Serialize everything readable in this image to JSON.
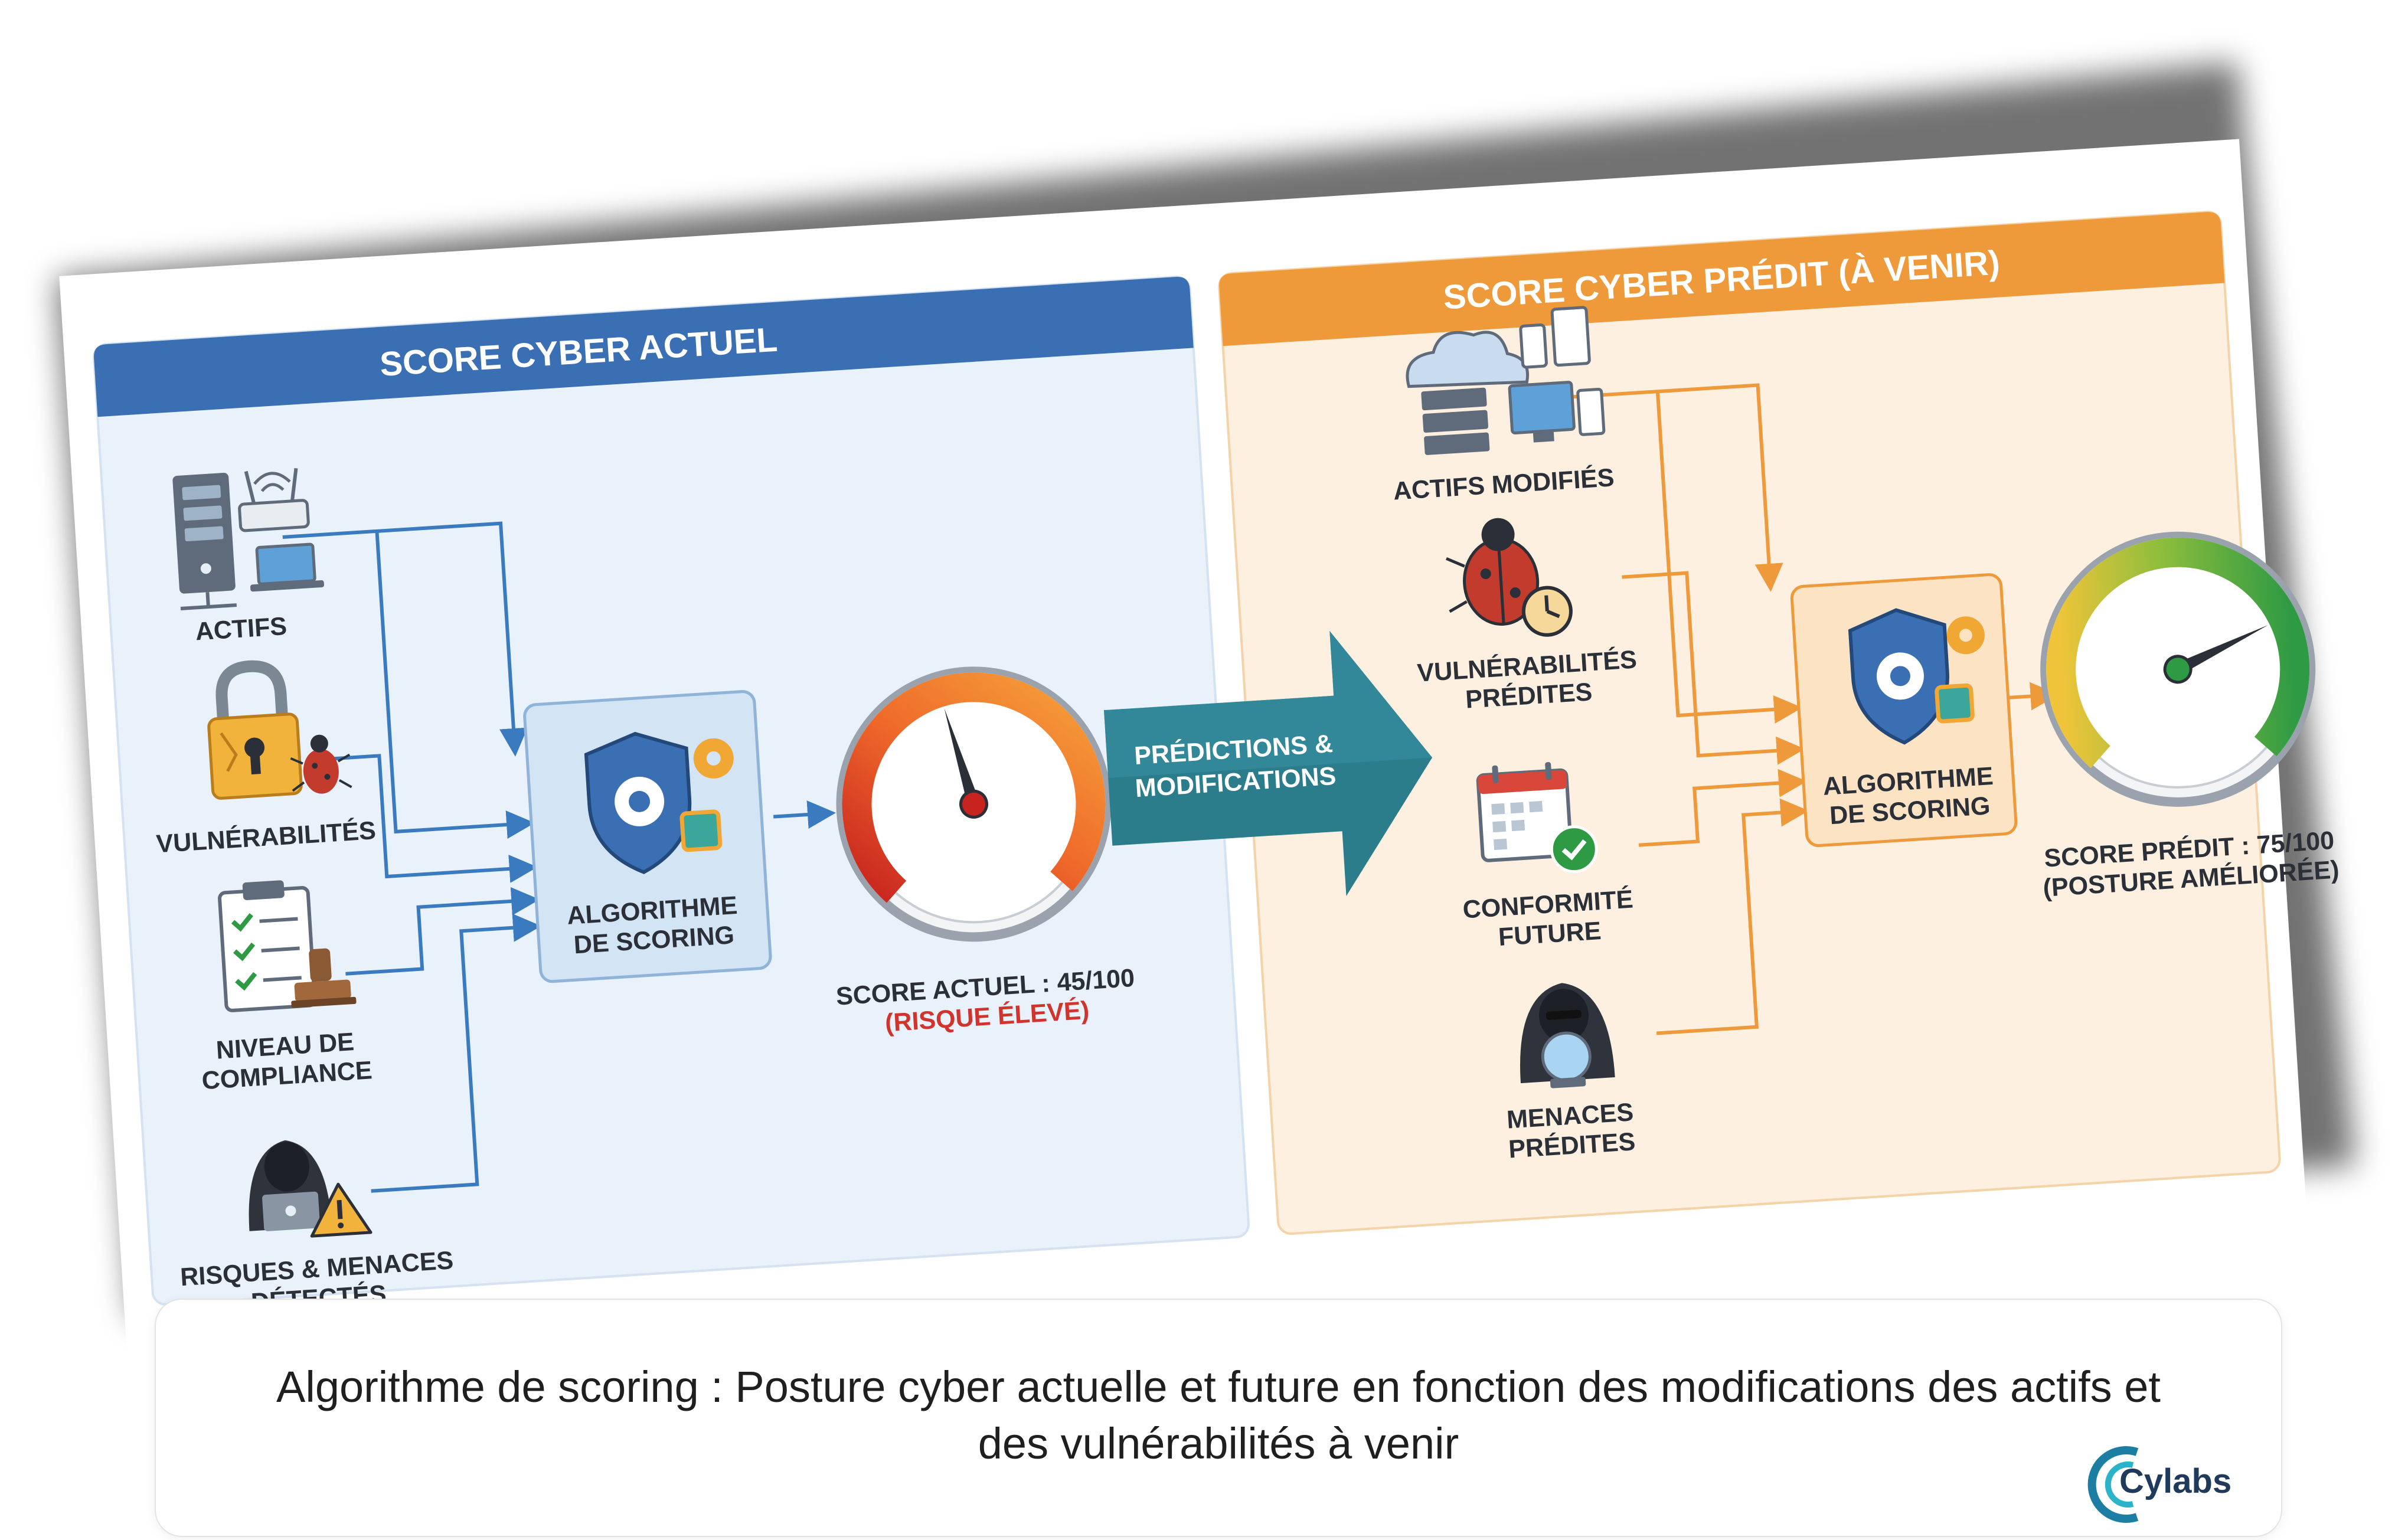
{
  "current_panel": {
    "title": "SCORE CYBER ACTUEL",
    "inputs": {
      "assets": "ACTIFS",
      "vulnerabilities": "VULNÉRABILITÉS",
      "compliance_line1": "NIVEAU DE",
      "compliance_line2": "COMPLIANCE",
      "threats_line1": "RISQUES & MENACES",
      "threats_line2": "DÉTECTÉS"
    },
    "algorithm_line1": "ALGORITHME",
    "algorithm_line2": "DE SCORING",
    "score_label": "SCORE ACTUEL : 45/100",
    "score_risk": "(RISQUE ÉLEVÉ)",
    "score_value": 45,
    "score_max": 100
  },
  "transition": {
    "line1": "PRÉDICTIONS &",
    "line2": "MODIFICATIONS"
  },
  "future_panel": {
    "title": "SCORE CYBER PRÉDIT (À VENIR)",
    "inputs": {
      "assets": "ACTIFS MODIFIÉS",
      "vulnerabilities_line1": "VULNÉRABILITÉS",
      "vulnerabilities_line2": "PRÉDITES",
      "compliance_line1": "CONFORMITÉ",
      "compliance_line2": "FUTURE",
      "threats_line1": "MENACES",
      "threats_line2": "PRÉDITES"
    },
    "algorithm_line1": "ALGORITHME",
    "algorithm_line2": "DE SCORING",
    "score_label": "SCORE PRÉDIT : 75/100",
    "score_status": "(POSTURE AMÉLIORÉE)",
    "score_value": 75,
    "score_max": 100
  },
  "caption": {
    "line1": "Algorithme de scoring : Posture cyber actuelle et future en fonction des modifications des actifs et",
    "line2": "des vulnérabilités à venir"
  },
  "logo": {
    "text": "Cylabs"
  },
  "colors": {
    "current_header": "#3a6fb3",
    "current_panel_bg": "#e9f1fa",
    "future_header": "#ee9a3b",
    "future_panel_bg": "#fdf0e0",
    "transition_arrow": "#2b7d8c",
    "risk_text": "#d0342c",
    "current_arrows": "#3a7bbf",
    "future_arrows": "#ee9a3b"
  }
}
